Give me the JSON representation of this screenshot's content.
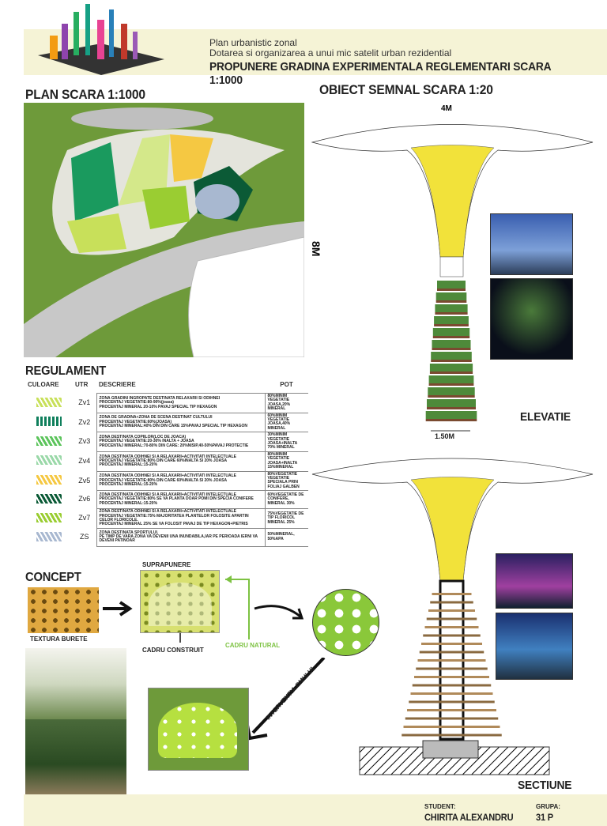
{
  "header": {
    "line1": "Plan urbanistic zonal",
    "line2": "Dotarea si organizarea a unui mic satelit urban rezidential",
    "title": "PROPUNERE GRADINA EXPERIMENTALA REGLEMENTARI SCARA 1:1000"
  },
  "sections": {
    "plan": "PLAN SCARA 1:1000",
    "object": "OBIECT SEMNAL SCARA 1:20",
    "regulament": "REGULAMENT",
    "concept": "CONCEPT"
  },
  "elevation": {
    "width_top": "4M",
    "height": "8M",
    "base": "1.50M",
    "label": "ELEVATIE",
    "section_label": "SECTIUNE"
  },
  "table": {
    "headers": [
      "CULOARE",
      "UTR",
      "DESCRIERE",
      "POT"
    ],
    "rows": [
      {
        "utr": "Zv1",
        "color": "#c8e05a",
        "desc": "ZONA GRADINI INGROPATE DESTINATA RELAXARII SI ODIHNEI\nPROCENTAJ VEGETATIE:80-90%(joasa)\nPROCENTAJ MINERAL 20-10% PAVAJ SPECIAL TIP HEXAGON",
        "pot": "80%MINIM VEGETATIE JOASA,20% MINERAL"
      },
      {
        "utr": "Zv2",
        "color": "#0f7f5c",
        "desc": "ZONA DE GRADINA+ZONA DE SCENA DESTINAT CULTULUI\nPROCENTAJ VEGETATIE:60%(JOASA)\nPROCENTAJ MINERAL:40% DIN DIN CARE 15%PAVAJ SPECIAL TIP HEXAGON",
        "pot": "60%MINIM VEGETATIE JOASA,40% MINERAL"
      },
      {
        "utr": "Zv3",
        "color": "#5cc45c",
        "desc": "ZONA DESTINATA COPIILOR(LOC DE JOACA)\nPROCENTAJ VEGETATIE:20-30% INALTA + JOASA\nPROCENTAJ MINERAL:70-80% DIN CARE: 20%NISIP,40-50%PAVAJ PROTECTIE",
        "pot": "30%MINIM VEGETATIE JOASA+INALTA 70% MINERAL"
      },
      {
        "utr": "Zv4",
        "color": "#9ad8a8",
        "desc": "ZONA DESTINATA ODIHNEI SI A RELAXARII+ACTIVITATI INTELECTUALE\nPROCENTAJ VEGETATIE:80% DIN CARE 60%INALTA SI 20% JOASA\nPROCENTAJ MINERAL:15-20%",
        "pot": "80%MINIM VEGETATIE JOASA+INALTA 15%MINERAL"
      },
      {
        "utr": "Zv5",
        "color": "#f5c842",
        "desc": "ZONA DESTINATA ODIHNEI SI A RELAXARII+ACTIVITATI INTELECTUALE\nPROCENTAJ VEGETATIE:80% DIN CARE 60%INALTA SI 20% JOASA\nPROCENTAJ MINERAL:15-20%",
        "pot": "80%VEGETATIE VEGETATIE SPECIALA PRIN FOLIAJ GALBEN"
      },
      {
        "utr": "Zv6",
        "color": "#0b5a36",
        "desc": "ZONA DESTINATA ODIHNEI SI A RELAXARII+ACTIVITATI INTELECTUALE\nPROCENTAJ VEGETATIE:80% SE VA PLANTA DOAR POMI DIN SPECIA CONIFERE\nPROCENTAJ MINERAL:15-20%",
        "pot": "60%VEGETATIE DE CONIFERE, MINERAL 30%"
      },
      {
        "utr": "Zv7",
        "color": "#9acd32",
        "desc": "ZONA DESTINATA ODIHNEI SI A RELAXARII+ACTIVITATI INTELECTUALE\nPROCENTAJ VEGETATIE:75% MAJORITATEA PLANTELOR FOLOSITE APARTIN CELOR FLORICOLE.\nPROCENTAJ MINERAL 25% SE VA FOLOSIT PAVAJ DE TIP HEXAGON+PIETRIS",
        "pot": "75%VEGETATIE DE TIP FLORICOL MINERAL 25%"
      },
      {
        "utr": "ZS",
        "color": "#a8b8d0",
        "desc": "ZONA DESTINATA SPORTULUI.\nPE TIMP DE VARA ZONA VA DEVENII UNA INUNDABILA,IAR PE PERIOADA IERNI VA DEVENI PATINOAR",
        "pot": "50%MINERAL, 50%APA"
      }
    ]
  },
  "concept": {
    "sponge": "TEXTURA BURETE",
    "overlay": "SUPRAPUNERE",
    "built": "CADRU CONSTRUIT",
    "natural": "CADRU NATURAL",
    "intervention": "INTERVENTIA OMULUI"
  },
  "footer": {
    "student_label": "STUDENT:",
    "student": "CHIRITA ALEXANDRU",
    "group_label": "GRUPA:",
    "group": "31 P"
  }
}
